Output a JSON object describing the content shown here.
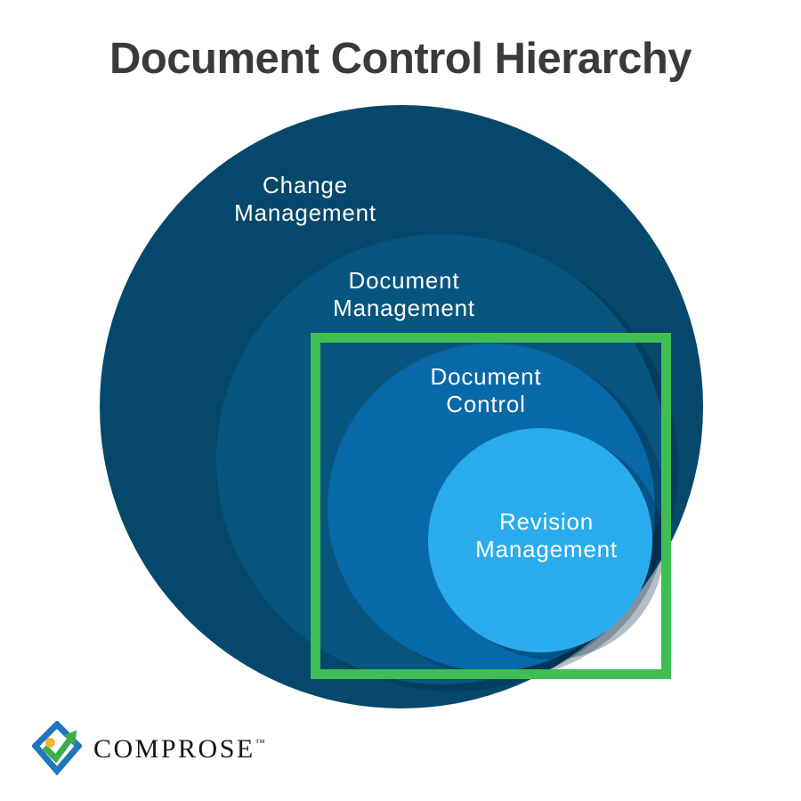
{
  "title": "Document Control Hierarchy",
  "title_color": "#3A3A3A",
  "diagram": {
    "circles": [
      {
        "name": "change-management",
        "lines": [
          "Change",
          "Management"
        ],
        "color": "#05486B"
      },
      {
        "name": "document-management",
        "lines": [
          "Document",
          "Management"
        ],
        "color": "#085580"
      },
      {
        "name": "document-control",
        "lines": [
          "Document",
          "Control"
        ],
        "color": "#0769A8"
      },
      {
        "name": "revision-management",
        "lines": [
          "Revision",
          "Management"
        ],
        "color": "#29ABEE"
      }
    ],
    "label_color": "#FFFFFF",
    "highlight_box_color": "#3EBE53"
  },
  "logo": {
    "wordmark": "COMPROSE",
    "trademark": "™",
    "icon": {
      "diamond_color": "#1E76BC",
      "arrow_color": "#3BAE49",
      "dot_color": "#F9B233"
    }
  }
}
